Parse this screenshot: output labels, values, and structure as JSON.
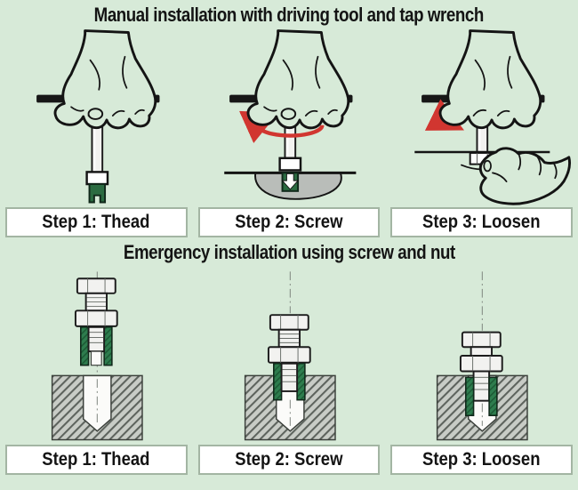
{
  "page": {
    "background_color": "#d7ead8",
    "kind": "two-part installation instruction diagram"
  },
  "colors": {
    "ink": "#141414",
    "label_box_bg": "#ffffff",
    "label_box_border": "#a3b5a3",
    "insert_green": "#2e7d4e",
    "insert_green_dark": "#1c5a35",
    "tang_green": "#2b6b41",
    "rotation_arrow_red": "#d13630",
    "material_gray": "#c8ccc6",
    "blob_gray": "#b9bdb9",
    "metal_light": "#f2f2f0"
  },
  "sections": [
    {
      "title": "Manual installation with driving tool and tap wrench",
      "steps": [
        {
          "label": "Step 1: Thead",
          "icon": "hand-driving-tool-thread-icon"
        },
        {
          "label": "Step 2: Screw",
          "icon": "hand-driving-tool-screw-rotation-icon"
        },
        {
          "label": "Step 3: Loosen",
          "icon": "hand-driving-tool-loosen-nut-icon"
        }
      ]
    },
    {
      "title": "Emergency installation using screw and nut",
      "steps": [
        {
          "label": "Step 1: Thead",
          "icon": "bolt-insert-above-hole-icon"
        },
        {
          "label": "Step 2: Screw",
          "icon": "bolt-insert-entering-hole-icon"
        },
        {
          "label": "Step 3: Loosen",
          "icon": "bolt-removed-insert-seated-icon"
        }
      ]
    }
  ]
}
